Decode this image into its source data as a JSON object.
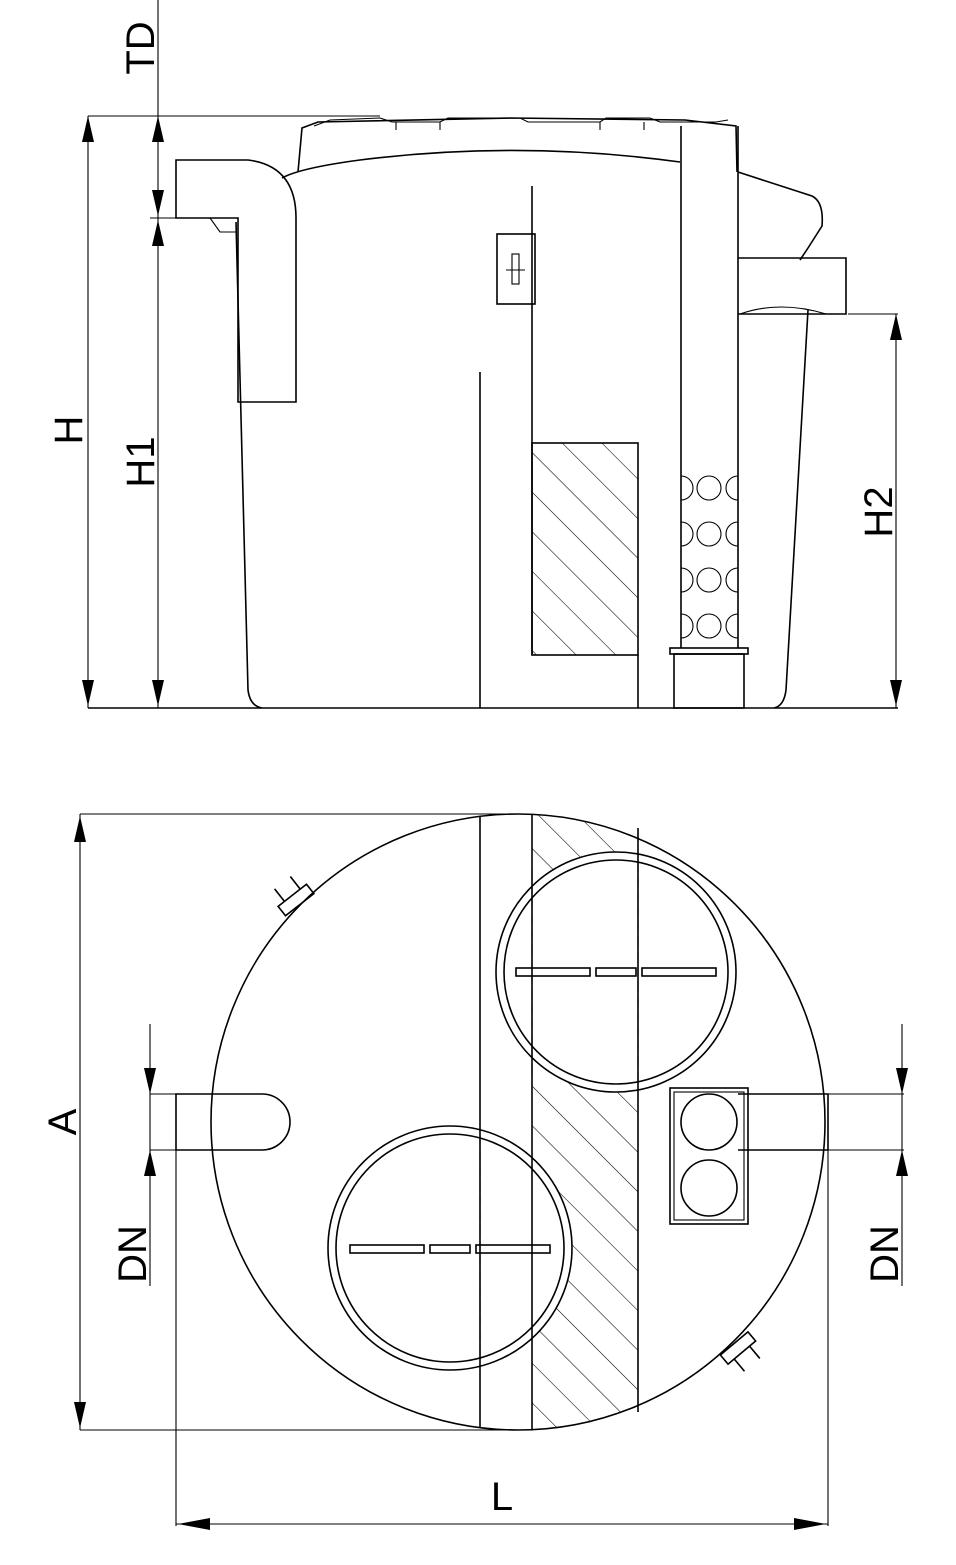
{
  "elevation": {
    "labels": {
      "td": "TD",
      "h": "H",
      "h1": "H1",
      "h2": "H2"
    }
  },
  "plan": {
    "labels": {
      "a": "A",
      "dn_inlet": "DN",
      "dn_outlet": "DN",
      "l": "L"
    }
  }
}
